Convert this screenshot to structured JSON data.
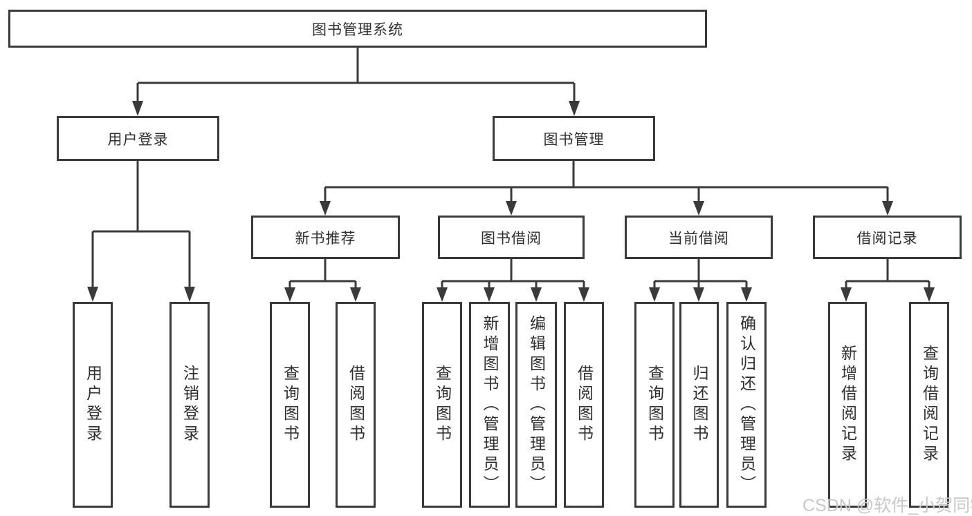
{
  "diagram": {
    "root": "图书管理系统",
    "level1": [
      "用户登录",
      "图书管理"
    ],
    "level2": [
      "新书推荐",
      "图书借阅",
      "当前借阅",
      "借阅记录"
    ],
    "leaves": {
      "user_login": [
        "用户登录",
        "注销登录"
      ],
      "new_book": [
        "查询图书",
        "借阅图书"
      ],
      "book_borrow": [
        "查询图书",
        "新增图书（管理员）",
        "编辑图书（管理员）",
        "借阅图书"
      ],
      "current_borrow": [
        "查询图书",
        "归还图书",
        "确认归还（管理员）"
      ],
      "borrow_records": [
        "新增借阅记录",
        "查询借阅记录"
      ]
    }
  },
  "watermark": "CSDN @软件_小贺同学",
  "colors": {
    "line": "#3a3a3a",
    "text": "#2f2f2f",
    "watermark": "#c8c8c8",
    "background": "#ffffff"
  }
}
